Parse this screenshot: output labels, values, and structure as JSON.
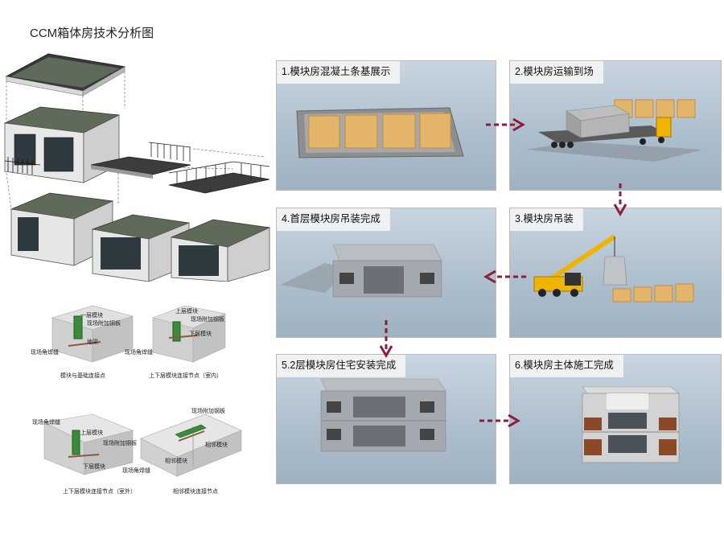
{
  "title": "CCM箱体房技术分析图",
  "panels": [
    {
      "label": "1.模块房混凝土条基展示"
    },
    {
      "label": "2.模块房运输到场"
    },
    {
      "label": "4.首层模块房吊装完成"
    },
    {
      "label": "3.模块房吊装"
    },
    {
      "label": "5.2层模块房住宅安装完成"
    },
    {
      "label": "6.模块房主体施工完成"
    }
  ],
  "details": {
    "d1": {
      "caption": "模块与基础连接点",
      "labels": [
        "一层模块",
        "现场附加钢板",
        "地梁",
        "现场角焊缝"
      ]
    },
    "d2": {
      "caption": "上下层模块连接节点（室内）",
      "labels": [
        "上层模块",
        "现场附加钢板",
        "下层模块",
        "现场角焊缝"
      ]
    },
    "d3": {
      "caption": "上下层模块连接节点（室外）",
      "labels": [
        "现场角焊缝",
        "上层模块",
        "现场附加钢板",
        "下层模块"
      ]
    },
    "d4": {
      "caption": "相邻模块连接节点",
      "labels": [
        "现场附加钢板",
        "相邻模块",
        "相邻模块",
        "现场角焊缝"
      ]
    }
  },
  "colors": {
    "arrow": "#8a1f3c",
    "panel_label_bg": "#f2f2f2"
  }
}
